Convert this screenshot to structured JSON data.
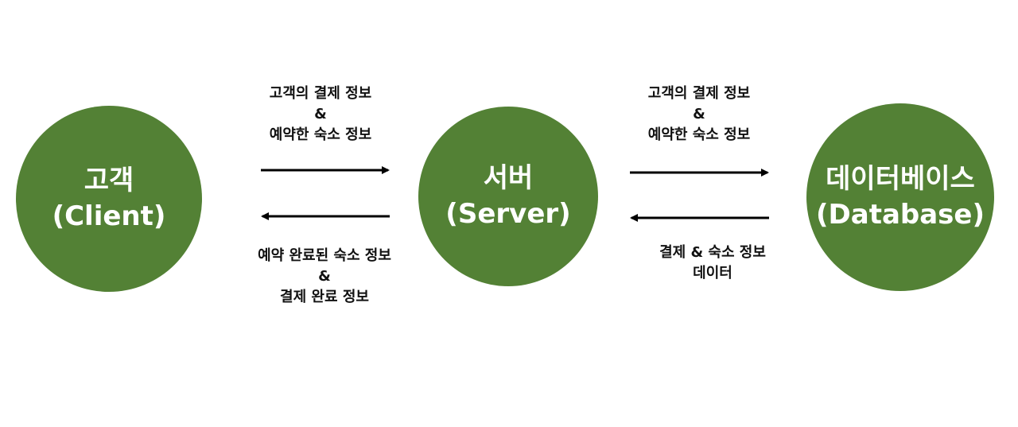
{
  "nodes": {
    "client": {
      "line1": "고객",
      "line2": "(Client)"
    },
    "server": {
      "line1": "서버",
      "line2": "(Server)"
    },
    "database": {
      "line1": "데이터베이스",
      "line2": "(Database)"
    }
  },
  "edges": {
    "client_to_server": {
      "line1": "고객의 결제 정보",
      "line2": "&",
      "line3": "예약한 숙소 정보"
    },
    "server_to_client": {
      "line1": "예약 완료된 숙소 정보",
      "line2": "&",
      "line3": "결제 완료 정보"
    },
    "server_to_database": {
      "line1": "고객의 결제 정보",
      "line2": "&",
      "line3": "예약한 숙소 정보"
    },
    "database_to_server": {
      "line1": "결제 & 숙소 정보",
      "line2": "데이터"
    }
  },
  "colors": {
    "node_fill": "#538135",
    "node_text": "#ffffff",
    "arrow": "#000000",
    "label_text": "#111111"
  }
}
